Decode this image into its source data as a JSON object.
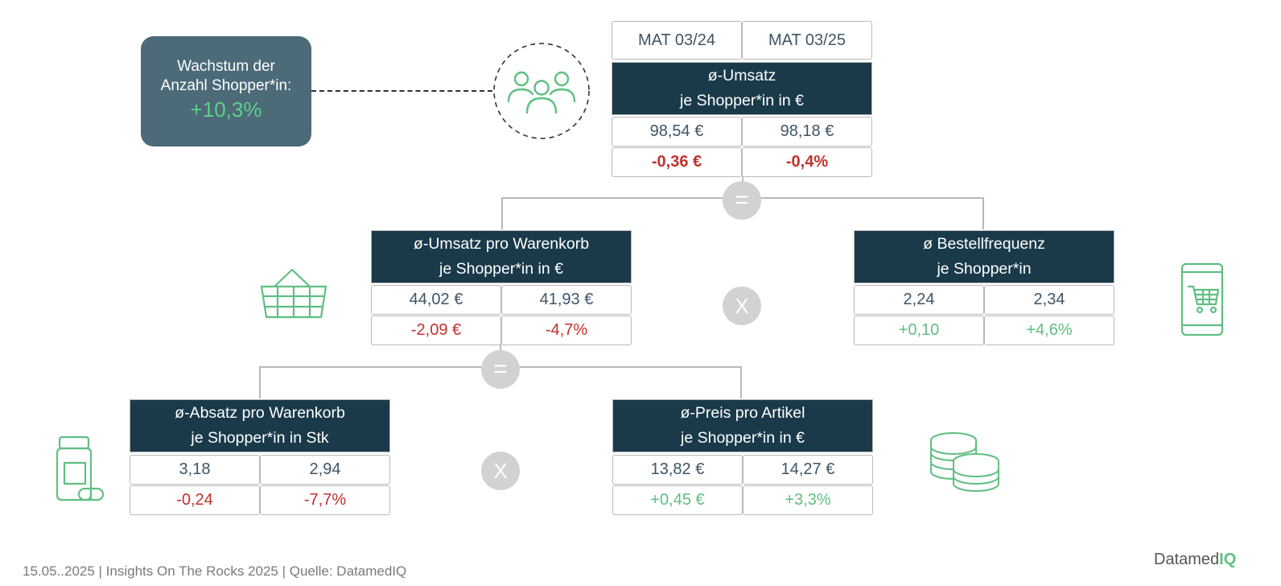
{
  "growth": {
    "label_line1": "Wachstum der",
    "label_line2": "Anzahl Shopper*in:",
    "value": "+10,3%"
  },
  "periods": [
    "MAT 03/24",
    "MAT 03/25"
  ],
  "top": {
    "title_line1": "ø-Umsatz",
    "title_line2": "je Shopper*in in €",
    "values": [
      "98,54 €",
      "98,18 €"
    ],
    "changes": [
      "-0,36 €",
      "-0,4%"
    ]
  },
  "basket": {
    "title_line1": "ø-Umsatz pro Warenkorb",
    "title_line2": "je Shopper*in in €",
    "values": [
      "44,02 €",
      "41,93 €"
    ],
    "changes": [
      "-2,09 €",
      "-4,7%"
    ]
  },
  "frequency": {
    "title_line1": "ø Bestellfrequenz",
    "title_line2": "je Shopper*in",
    "values": [
      "2,24",
      "2,34"
    ],
    "changes": [
      "+0,10",
      "+4,6%"
    ]
  },
  "units": {
    "title_line1": "ø-Absatz pro Warenkorb",
    "title_line2": "je Shopper*in in Stk",
    "values": [
      "3,18",
      "2,94"
    ],
    "changes": [
      "-0,24",
      "-7,7%"
    ]
  },
  "price": {
    "title_line1": "ø-Preis pro Artikel",
    "title_line2": "je Shopper*in in €",
    "values": [
      "13,82 €",
      "14,27 €"
    ],
    "changes": [
      "+0,45 €",
      "+3,3%"
    ]
  },
  "operators": {
    "equals": "=",
    "times": "X"
  },
  "footer": "15.05..2025 | Insights On The Rocks 2025 | Quelle: DatamedIQ",
  "brand": {
    "main": "Datamed",
    "accent": "IQ"
  },
  "colors": {
    "header": "#1a3a4a",
    "negative": "#c0322c",
    "positive": "#5fbf82",
    "growth_box": "#4c6a78"
  },
  "icons": [
    "people-icon",
    "basket-icon",
    "mobile-cart-icon",
    "medicine-bottle-icon",
    "coins-icon"
  ]
}
